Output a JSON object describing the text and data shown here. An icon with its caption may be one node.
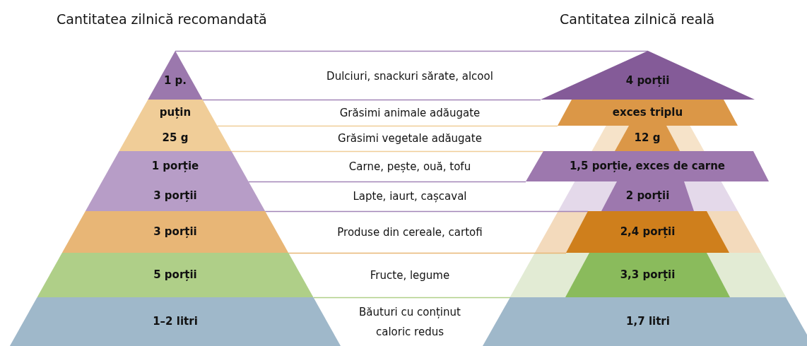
{
  "diagram": {
    "nodes": [
      {
        "text": [
          "1 p."
        ]
      },
      {
        "text": [
          "puțin"
        ]
      },
      {
        "text": [
          "25 g"
        ]
      },
      {
        "text": [
          "1 porție"
        ]
      },
      {
        "text": [
          "3 porții"
        ]
      },
      {
        "text": [
          "3 porții"
        ]
      },
      {
        "text": [
          "5 porții"
        ]
      },
      {
        "text": [
          "1–2 litri"
        ]
      },
      {
        "text": [
          "4 porții"
        ]
      },
      {
        "text": [
          "exces triplu"
        ]
      },
      {
        "text": [
          "12 g"
        ]
      },
      {
        "text": [
          "1,5 porție, exces de carne"
        ]
      },
      {
        "text": [
          "2 porții"
        ]
      },
      {
        "text": [
          "2,4 porții"
        ]
      },
      {
        "text": [
          "3,3 porții"
        ]
      },
      {
        "text": [
          "1,7 litri"
        ]
      }
    ],
    "labels": [
      "Cantitatea zilnică recomandată",
      "Cantitatea zilnică reală",
      "Dulciuri, snackuri sărate, alcool",
      "Grăsimi animale adăugate",
      "Grăsimi vegetale adăugate",
      "Carne, pește, ouă, tofu",
      "Lapte, iaurt, cașcaval",
      "Produse din cereale, cartofi",
      "Fructe, legume",
      "Băuturi cu conținut caloric redus"
    ]
  }
}
